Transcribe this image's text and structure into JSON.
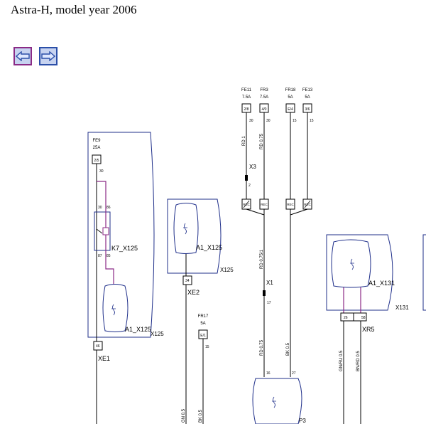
{
  "page": {
    "title": "Astra-H, model year 2006"
  },
  "nav": {
    "back_icon": "arrow-left-icon",
    "forward_icon": "arrow-right-icon"
  },
  "colors": {
    "wire_purple": "#8b2a86",
    "line_black": "#000000",
    "box_blue": "#1f2f8a"
  },
  "diagram": {
    "fuses_top": [
      {
        "name": "FE11",
        "rating": "7.5A",
        "slot": "2/8",
        "terminal": "30"
      },
      {
        "name": "FR3",
        "rating": "7.5A",
        "slot": "4/0",
        "terminal": "30"
      },
      {
        "name": "FR18",
        "rating": "5A",
        "slot": "E/4",
        "terminal": "15"
      },
      {
        "name": "FE13",
        "rating": "5A",
        "slot": "3/6",
        "terminal": "15"
      }
    ],
    "fe9": {
      "name": "FE9",
      "rating": "25A",
      "slot": "2/5",
      "terminal": "30"
    },
    "fr17": {
      "name": "FR17",
      "rating": "5A",
      "slot": "E/1",
      "terminal": "15"
    },
    "relay": {
      "label": "K7_X125",
      "pin30": "30",
      "pin86": "86",
      "pin87": "87",
      "pin85": "85"
    },
    "boxes": {
      "x125_left": "X125",
      "x125_mid": "X125",
      "x131": "X131",
      "a1_left": "A1_X125",
      "a1_mid": "A1_X125",
      "a1_right": "A1_X131",
      "p3": "P3"
    },
    "connectors": {
      "xe1": "XE1",
      "xe1_pin": "46",
      "xe2": "XE2",
      "xe2_pin": "34",
      "xr5": "XR5",
      "xr5_pin_a": "26",
      "xr5_pin_b": "58",
      "x3": "X3",
      "x3_pin": "2",
      "x1": "X1",
      "x1_pin": "17"
    },
    "rec_labels": [
      "REC",
      "REC",
      "REC",
      "REC"
    ],
    "wire_labels": {
      "rd1": "RD 1",
      "rd075a": "RD 0.75",
      "rd075_1": "RD 0.75/1",
      "rd075b": "RD 0.75",
      "bk05": "BK 0.5",
      "gn05": "GN 0.5",
      "bk05b": "BK 0.5",
      "gnru05": "GN/RU 0.5",
      "bnrd05": "BN/RD 0.5"
    },
    "pins": {
      "p16": "16",
      "p27": "27"
    }
  }
}
